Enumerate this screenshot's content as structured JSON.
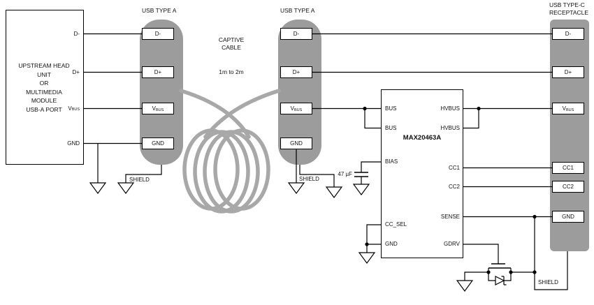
{
  "colors": {
    "shell": "#9c9c9c",
    "cable": "#a8a8a8",
    "wire": "#000000",
    "background": "#ffffff"
  },
  "upstream": {
    "lines": [
      "UPSTREAM HEAD",
      "UNIT",
      "OR",
      "MULTIMEDIA",
      "MODULE",
      "USB-A PORT"
    ],
    "pins": {
      "dm": "D-",
      "dp": "D+",
      "v_main": "V",
      "v_sub": "BUS",
      "gnd": "GND"
    }
  },
  "connector1": {
    "title": "USB TYPE A",
    "pins": {
      "dm": "D-",
      "dp": "D+",
      "v_main": "V",
      "v_sub": "BUS",
      "gnd": "GND"
    },
    "shield": "SHIELD"
  },
  "cable": {
    "title1": "CAPTIVE",
    "title2": "CABLE",
    "length": "1m to 2m"
  },
  "connector2": {
    "title": "USB TYPE A",
    "pins": {
      "dm": "D-",
      "dp": "D+",
      "v_main": "V",
      "v_sub": "BUS",
      "gnd": "GND"
    },
    "shield": "SHIELD"
  },
  "ic": {
    "name": "MAX20463A",
    "left_pins": [
      "BUS",
      "BUS",
      "BIAS",
      "CC_SEL",
      "GND"
    ],
    "right_pins": [
      "HVBUS",
      "HVBUS",
      "CC1",
      "CC2",
      "SENSE",
      "GDRV"
    ]
  },
  "capacitor": {
    "label": "47 µF"
  },
  "receptacle": {
    "title1": "USB TYPE-C",
    "title2": "RECEPTACLE",
    "pins": {
      "dm": "D-",
      "dp": "D+",
      "v_main": "V",
      "v_sub": "BUS",
      "cc1": "CC1",
      "cc2": "CC2",
      "gnd": "GND"
    },
    "shield": "SHIELD"
  }
}
